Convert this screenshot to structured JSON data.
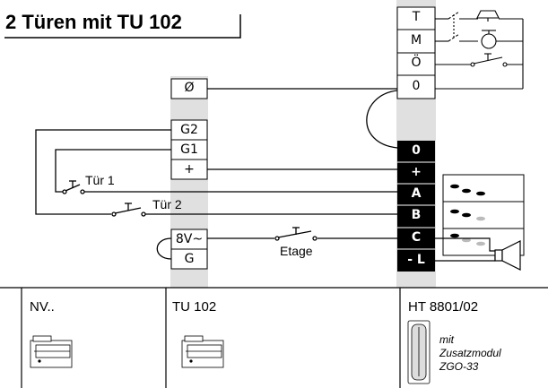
{
  "title": "2 Türen mit TU 102",
  "ht_terminals": {
    "upper": [
      "T",
      "M",
      "Ö",
      "0"
    ],
    "lower": [
      "0",
      "+",
      "A",
      "B",
      "C",
      "- L"
    ]
  },
  "tu_terminals": {
    "phi": "Ø",
    "group1": [
      "G2",
      "G1",
      "+"
    ],
    "group2": [
      "8V~",
      "G"
    ]
  },
  "labels": {
    "door1": "Tür 1",
    "door2": "Tür 2",
    "floor": "Etage"
  },
  "footer": {
    "nv": "NV..",
    "tu": "TU 102",
    "ht": "HT 8801/02",
    "module_note": [
      "mit",
      "Zusatzmodul",
      "ZGO-33"
    ]
  }
}
